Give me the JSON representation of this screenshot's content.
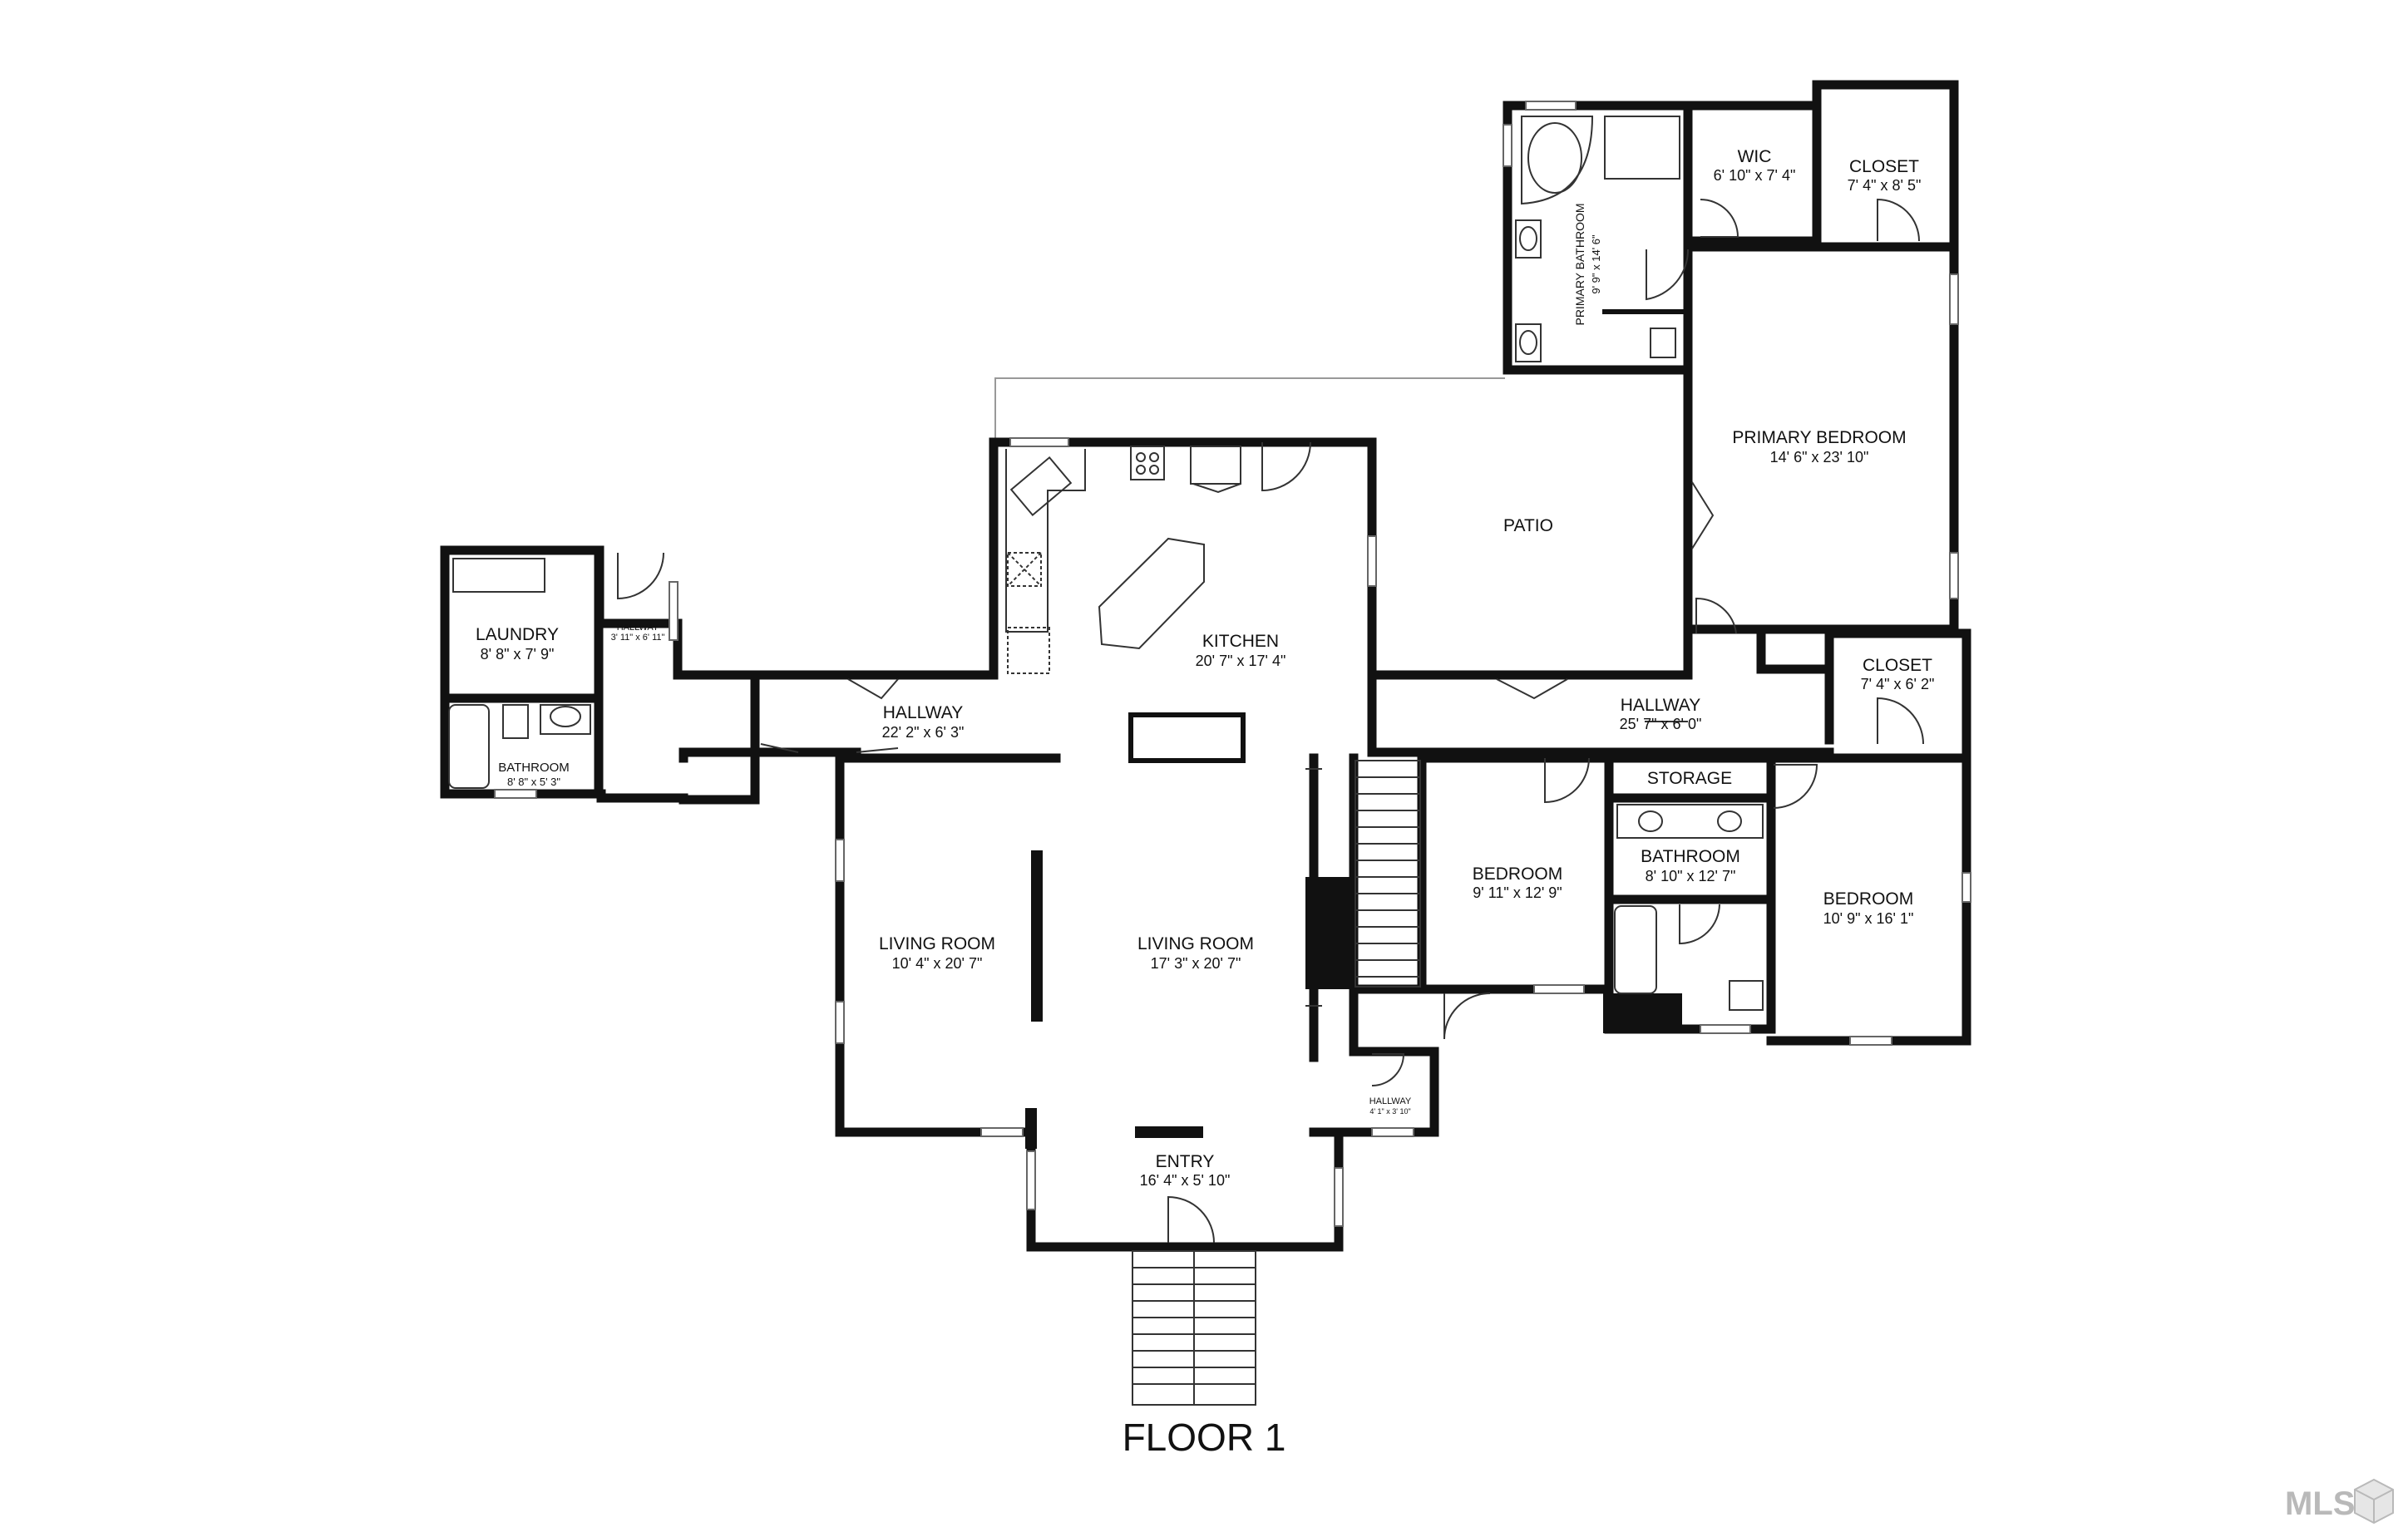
{
  "floor_title": "FLOOR 1",
  "rooms": {
    "laundry": {
      "name": "LAUNDRY",
      "dims": "8' 8\" x 7' 9\""
    },
    "hallway_small_left": {
      "name": "HALLWAY",
      "dims": "3' 11\" x 6' 11\""
    },
    "bathroom_left": {
      "name": "BATHROOM",
      "dims": "8' 8\" x 5' 3\""
    },
    "hallway_main": {
      "name": "HALLWAY",
      "dims": "22' 2\" x 6' 3\""
    },
    "kitchen": {
      "name": "KITCHEN",
      "dims": "20' 7\" x 17' 4\""
    },
    "patio": {
      "name": "PATIO"
    },
    "primary_bathroom": {
      "name": "PRIMARY BATHROOM",
      "dims": "9' 9\" x 14' 6\""
    },
    "wic": {
      "name": "WIC",
      "dims": "6' 10\" x 7' 4\""
    },
    "closet_top": {
      "name": "CLOSET",
      "dims": "7' 4\" x 8' 5\""
    },
    "primary_bedroom": {
      "name": "PRIMARY BEDROOM",
      "dims": "14' 6\" x 23' 10\""
    },
    "closet_right": {
      "name": "CLOSET",
      "dims": "7' 4\" x 6' 2\""
    },
    "hallway_right": {
      "name": "HALLWAY",
      "dims": "25' 7\" x 6' 0\""
    },
    "storage": {
      "name": "STORAGE"
    },
    "bathroom_center": {
      "name": "BATHROOM",
      "dims": "8' 10\" x 12' 7\""
    },
    "bedroom_center": {
      "name": "BEDROOM",
      "dims": "9' 11\" x 12' 9\""
    },
    "bedroom_right": {
      "name": "BEDROOM",
      "dims": "10' 9\" x 16' 1\""
    },
    "living_left": {
      "name": "LIVING ROOM",
      "dims": "10' 4\" x 20' 7\""
    },
    "living_center": {
      "name": "LIVING ROOM",
      "dims": "17' 3\" x 20' 7\""
    },
    "hallway_entry_side": {
      "name": "HALLWAY",
      "dims": "4' 1\" x 3' 10\""
    },
    "entry": {
      "name": "ENTRY",
      "dims": "16' 4\" x 5' 10\""
    }
  },
  "logo": {
    "text": "MLS"
  },
  "colors": {
    "wall": "#111111",
    "fixture": "#333333",
    "logo": "#b9b9b9"
  }
}
